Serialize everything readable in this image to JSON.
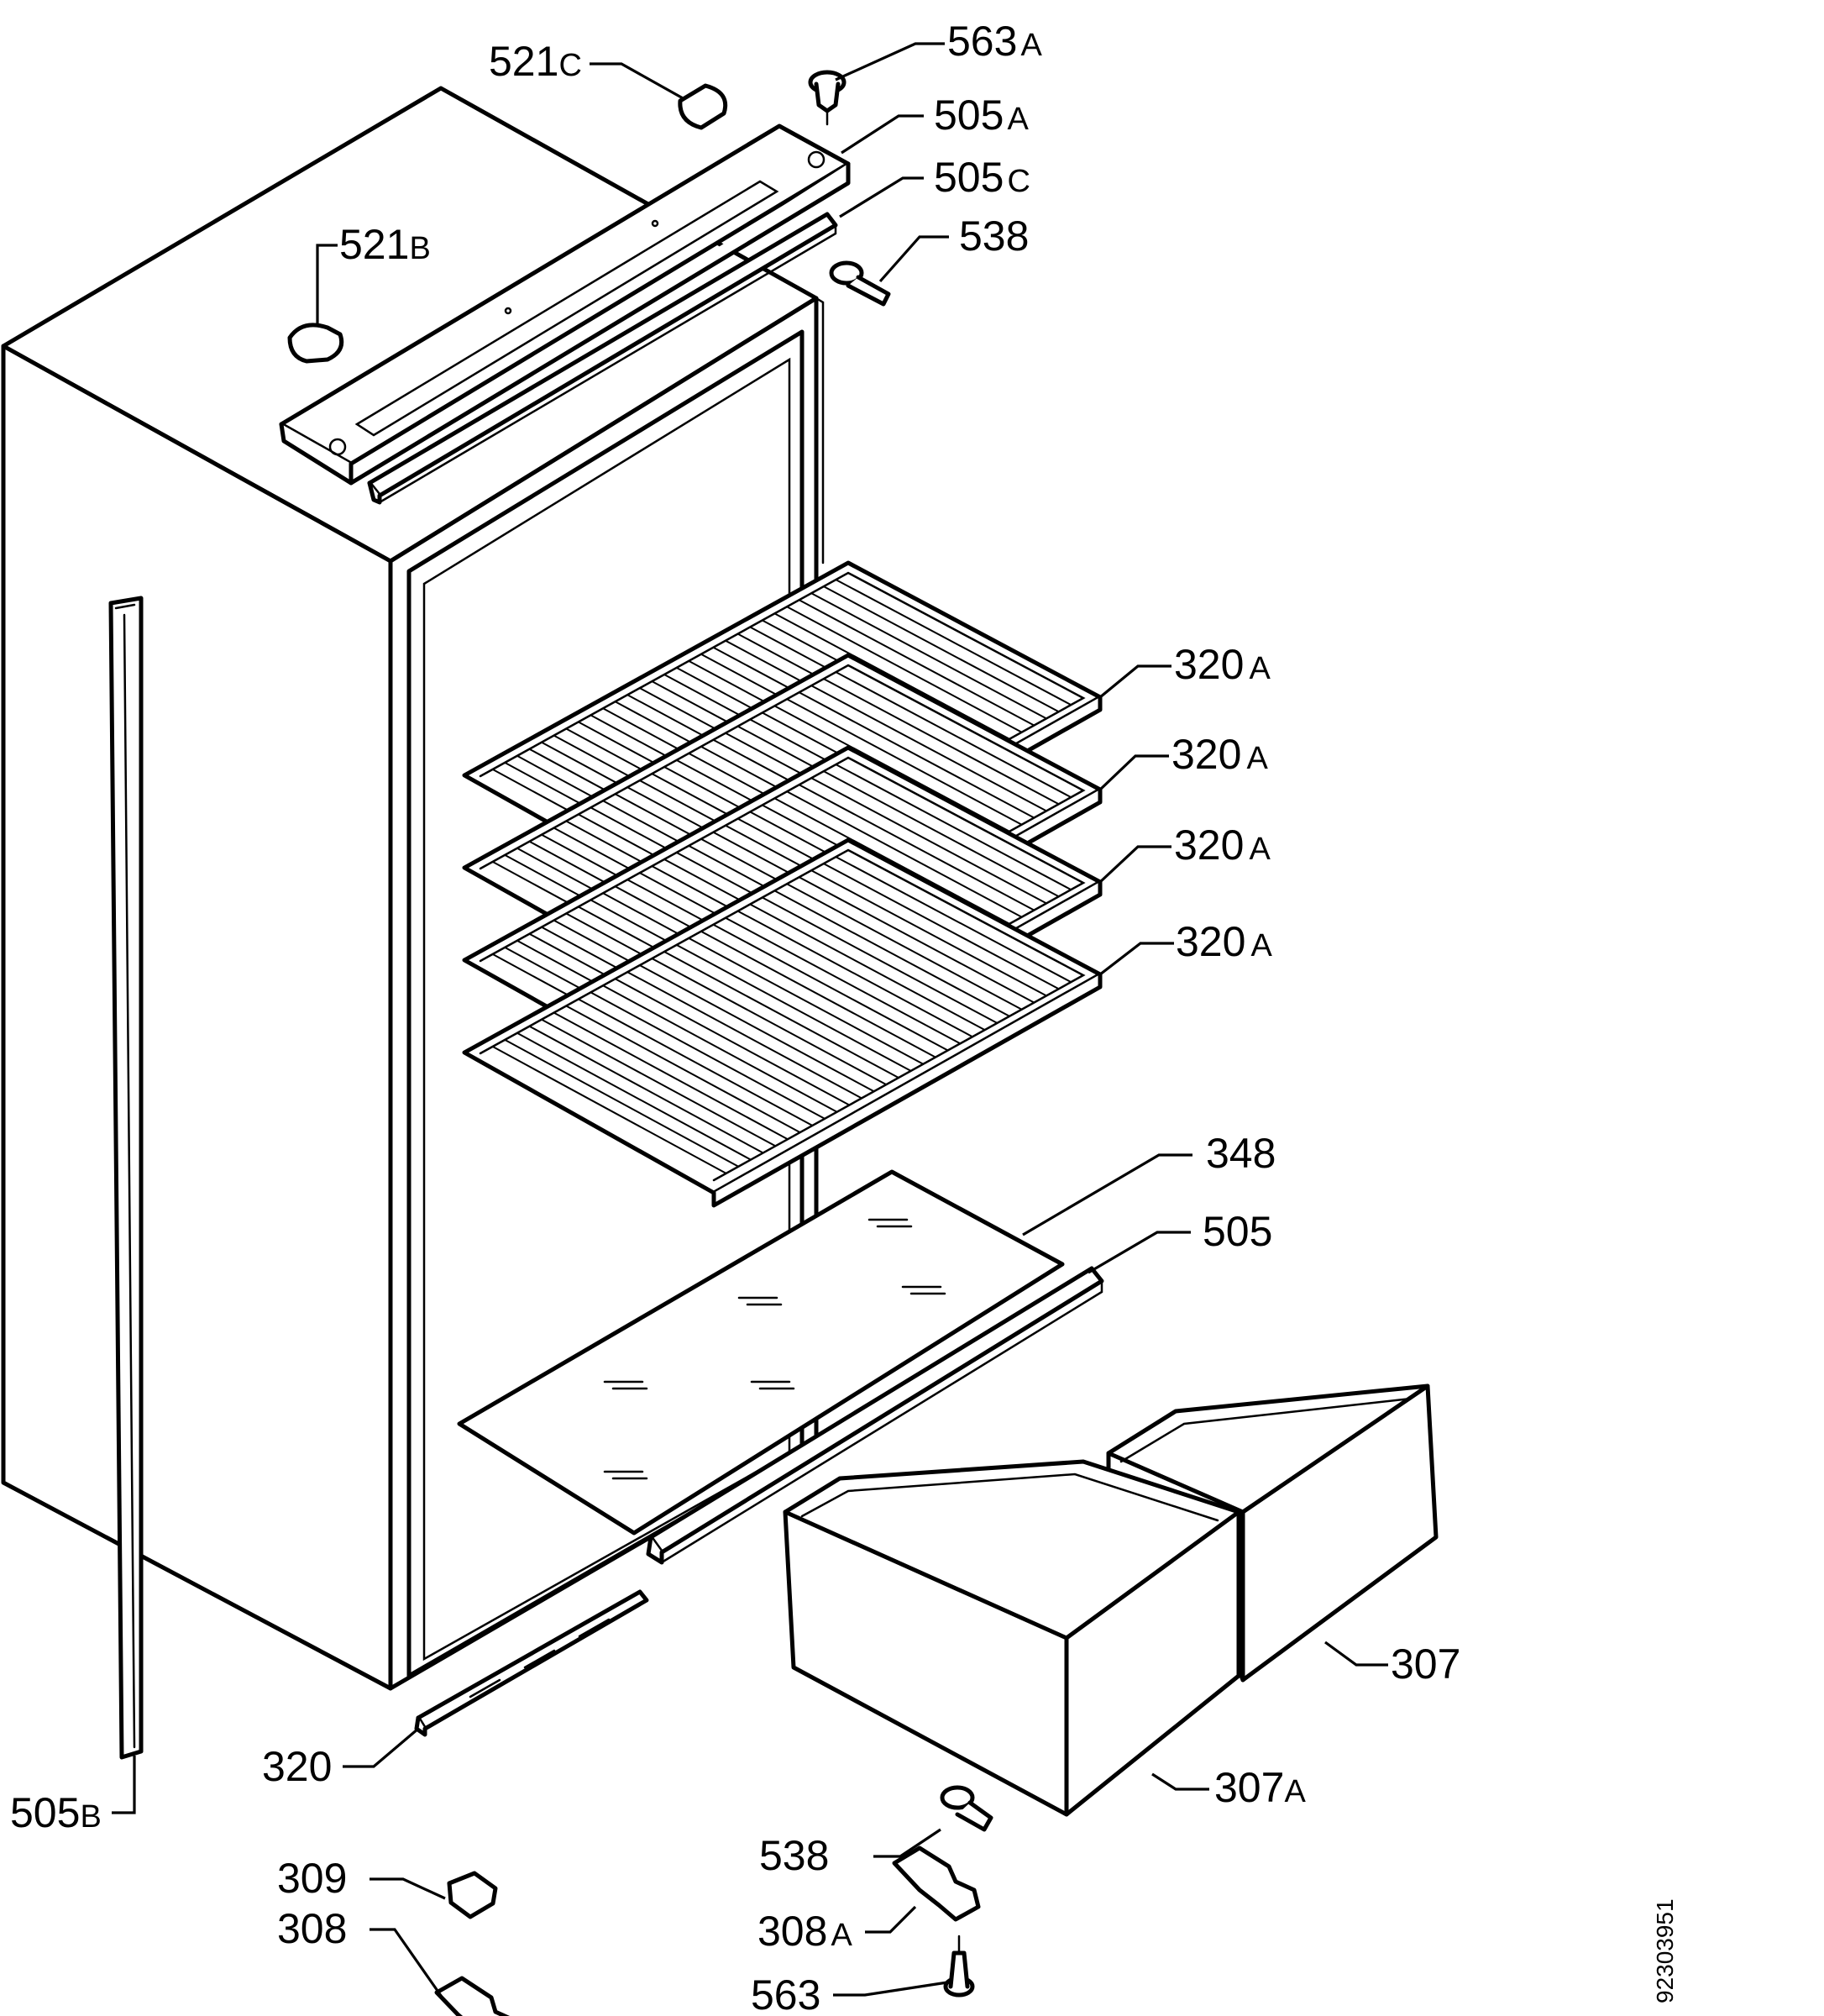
{
  "document_number": "92303951",
  "callouts": {
    "c521c": {
      "num": "521",
      "suffix": "C"
    },
    "c563a": {
      "num": "563",
      "suffix": "A"
    },
    "c505a": {
      "num": "505",
      "suffix": "A"
    },
    "c505c": {
      "num": "505",
      "suffix": "C"
    },
    "c538_top": {
      "num": "538",
      "suffix": ""
    },
    "c521b": {
      "num": "521",
      "suffix": "B"
    },
    "c320a_1": {
      "num": "320",
      "suffix": "A"
    },
    "c320a_2": {
      "num": "320",
      "suffix": "A"
    },
    "c320a_3": {
      "num": "320",
      "suffix": "A"
    },
    "c320a_4": {
      "num": "320",
      "suffix": "A"
    },
    "c348": {
      "num": "348",
      "suffix": ""
    },
    "c505": {
      "num": "505",
      "suffix": ""
    },
    "c307": {
      "num": "307",
      "suffix": ""
    },
    "c307a": {
      "num": "307",
      "suffix": "A"
    },
    "c320": {
      "num": "320",
      "suffix": ""
    },
    "c505b": {
      "num": "505",
      "suffix": "B"
    },
    "c538_bottom": {
      "num": "538",
      "suffix": ""
    },
    "c309": {
      "num": "309",
      "suffix": ""
    },
    "c308": {
      "num": "308",
      "suffix": ""
    },
    "c308a": {
      "num": "308",
      "suffix": "A"
    },
    "c563": {
      "num": "563",
      "suffix": ""
    }
  }
}
